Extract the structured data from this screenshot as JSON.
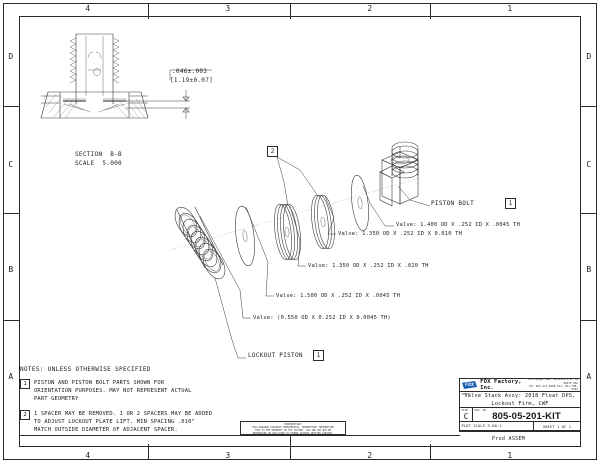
{
  "sheet": {
    "zones_top": [
      "4",
      "3",
      "2",
      "1"
    ],
    "zones_bottom": [
      "4",
      "3",
      "2",
      "1"
    ],
    "zones_left": [
      "D",
      "C",
      "B",
      "A"
    ],
    "zones_right": [
      "D",
      "C",
      "B",
      "A"
    ]
  },
  "section_view": {
    "label_line1": "SECTION  B-B",
    "label_line2": "SCALE  5.000",
    "dimension_line1": ".046±.003",
    "dimension_line2": "[1.19±0.07]"
  },
  "callouts": {
    "piston_bolt": "PISTON BOLT",
    "piston_bolt_item": "1",
    "lockout_piston": "LOCKOUT PISTON",
    "lockout_piston_item": "1",
    "spacer_item": "2",
    "spacer_item_2": "2",
    "valves": [
      "Valve: 1.400 OD X .252 ID X .0045 TH",
      "Valve: 1.350 OD X .252 ID X 0.010 TH",
      "Valve: 1.350 OD X .252 ID X .020 TH",
      "Valve: 1.500 OD X .252 ID X .0045 TH",
      "Valve: (0.550 OD X 0.252 ID X 0.0045 TH)"
    ]
  },
  "notes": {
    "title": "NOTES: UNLESS OTHERWISE SPECIFIED",
    "items": [
      {
        "num": "1",
        "lines": [
          "PISTON AND PISTON BOLT PARTS SHOWN FOR",
          "ORIENTATION PURPOSES. MAY NOT REPRESENT ACTUAL",
          "PART GEOMETRY"
        ]
      },
      {
        "num": "2",
        "lines": [
          "1 SPACER MAY BE REMOVED.  1 OR 2 SPACERS MAY BE ADDED",
          "TO ADJUST LOCKOUT PLATE LIFT. MIN SPACING .010\"",
          "MATCH OUTSIDE DIAMETER OF ADJACENT SPACER."
        ]
      }
    ]
  },
  "title_block": {
    "logo_text": "FOX",
    "company": "FOX Factory, Inc.",
    "address_line1": "130 Hangar Way, Watsonville, CA 95076 USA",
    "address_line2": "Ph: 831-274-6500   Fax: 831-768-9342",
    "title_label": "TITLE",
    "title_line1": "Valve Stack Assy: 2018 Float DPS,",
    "title_line2": "Lockout Firm, CWF",
    "size_label": "SIZE",
    "size_value": "C",
    "dwg_label": "DWG. NO.",
    "dwg_number": "805-05-201-KIT",
    "scale_text": "PLOT SCALE 3.00:1",
    "sheet_text": "SHEET 1 OF 1",
    "prod_assem": "Prod ASSEM"
  },
  "proprietary": {
    "heading": "PROPRIETARY",
    "body_line1": "THIS DRAWING CONTAINS CONFIDENTIAL, PROPRIETARY INFORMATION",
    "body_line2": "THAT IS THE PROPERTY OF FOX FACTORY, INC AND MAY NOT BE",
    "body_line3": "REPRODUCED OR DISCLOSED TO OTHERS WITHOUT WRITTEN CONSENT."
  },
  "colors": {
    "ink": "#3a3a3a",
    "frame": "#2b2b2b",
    "logo_blue": "#1b5fae"
  }
}
